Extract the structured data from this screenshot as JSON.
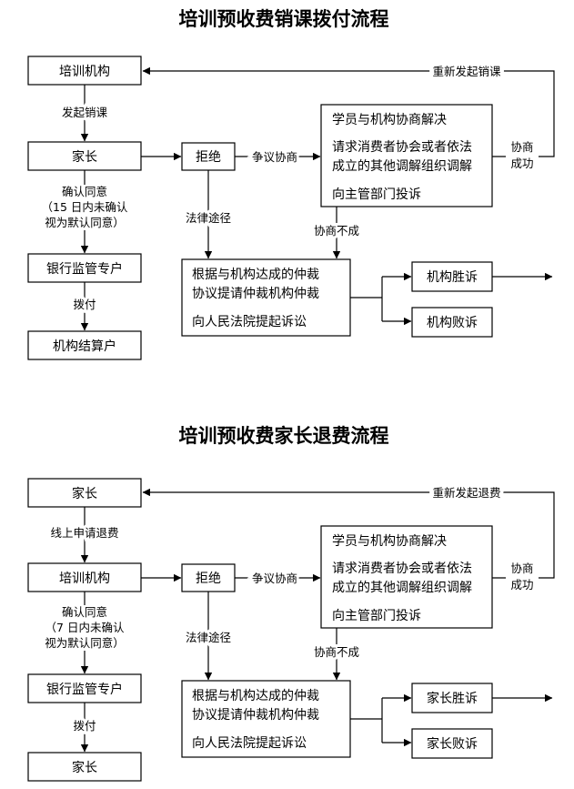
{
  "flows": [
    {
      "title": "培训预收费销课拨付流程",
      "step1": "培训机构",
      "step1_edge": "发起销课",
      "step2": "家长",
      "step2_edge": [
        "确认同意",
        "（15 日内未确认",
        "视为默认同意）"
      ],
      "step3": "银行监管专户",
      "step3_edge": "拨付",
      "step4": "机构结算户",
      "reject": "拒绝",
      "dispute_label": "争议协商",
      "negotiation_lines": [
        "学员与机构协商解决",
        "请求消费者协会或者依法",
        "成立的其他调解组织调解",
        "向主管部门投诉"
      ],
      "success_label": [
        "协商",
        "成功"
      ],
      "restart_label": "重新发起销课",
      "legal_label": "法律途径",
      "fail_label": "协商不成",
      "legal_lines": [
        "根据与机构达成的仲裁",
        "协议提请仲裁机构仲裁",
        "向人民法院提起诉讼"
      ],
      "win": "机构胜诉",
      "lose": "机构败诉"
    },
    {
      "title": "培训预收费家长退费流程",
      "step1": "家长",
      "step1_edge": "线上申请退费",
      "step2": "培训机构",
      "step2_edge": [
        "确认同意",
        "（7 日内未确认",
        "视为默认同意）"
      ],
      "step3": "银行监管专户",
      "step3_edge": "拨付",
      "step4": "家长",
      "reject": "拒绝",
      "dispute_label": "争议协商",
      "negotiation_lines": [
        "学员与机构协商解决",
        "请求消费者协会或者依法",
        "成立的其他调解组织调解",
        "向主管部门投诉"
      ],
      "success_label": [
        "协商",
        "成功"
      ],
      "restart_label": "重新发起退费",
      "legal_label": "法律途径",
      "fail_label": "协商不成",
      "legal_lines": [
        "根据与机构达成的仲裁",
        "协议提请仲裁机构仲裁",
        "向人民法院提起诉讼"
      ],
      "win": "家长胜诉",
      "lose": "家长败诉"
    }
  ]
}
